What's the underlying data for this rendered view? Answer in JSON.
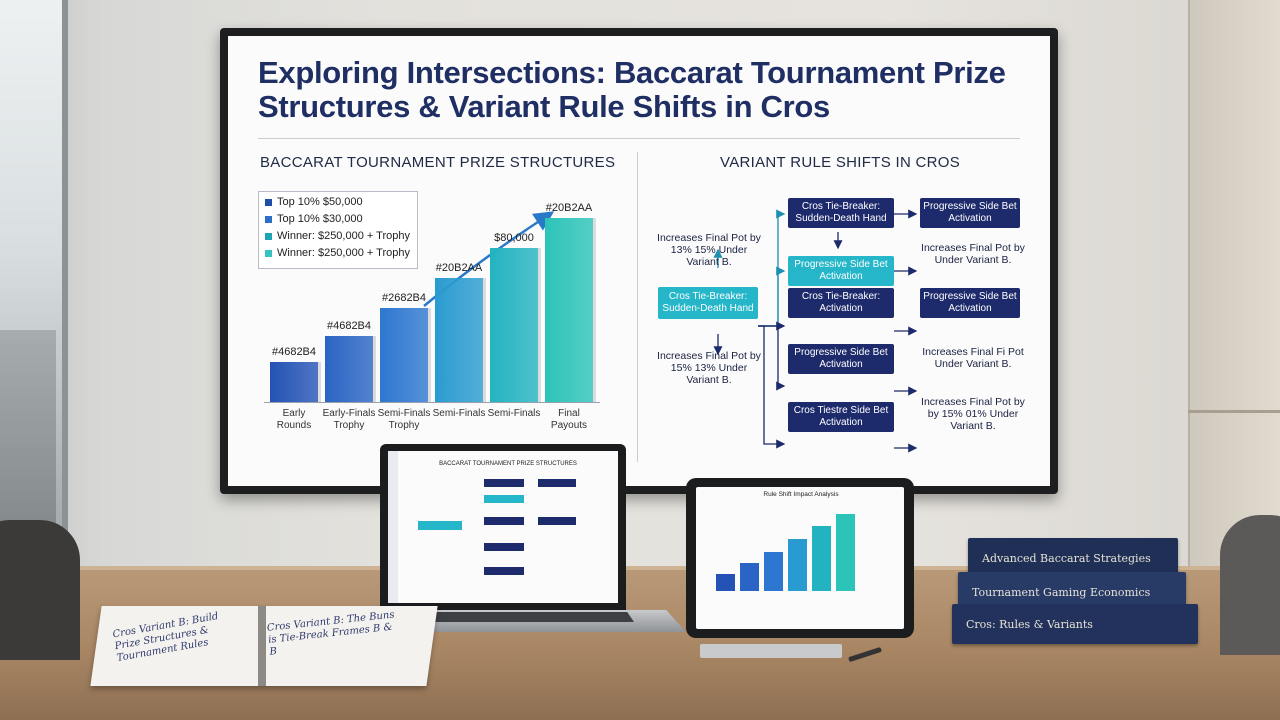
{
  "slide": {
    "title": "Exploring Intersections: Baccarat Tournament Prize Structures & Variant Rule Shifts in Cros",
    "left_heading": "BACCARAT TOURNAMENT PRIZE STRUCTURES",
    "right_heading": "VARIANT RULE SHIFTS IN CROS"
  },
  "chart_data": {
    "type": "bar",
    "title": "BACCARAT TOURNAMENT PRIZE STRUCTURES",
    "categories": [
      "Early Rounds",
      "Early-Finals Trophy",
      "Semi-Finals Trophy",
      "Semi-Finals",
      "Semi-Finals",
      "Final Payouts"
    ],
    "values": [
      20,
      33,
      47,
      62,
      77,
      92
    ],
    "ylim": [
      0,
      100
    ],
    "bar_labels": [
      "#4682B4",
      "#4682B4",
      "#2682B4",
      "#20B2AA",
      "$80,000",
      "#20B2AA"
    ],
    "legend": [
      {
        "label": "Top 10% $50,000",
        "color": "#1e4fa8"
      },
      {
        "label": "Top 10% $30,000",
        "color": "#2b6fc9"
      },
      {
        "label": "Winner: $250,000 + Trophy",
        "color": "#1fa4b3"
      },
      {
        "label": "Winner: $250,000 + Trophy",
        "color": "#37c3c2"
      }
    ],
    "colors": [
      "#2453b5",
      "#2a64c4",
      "#2d77d0",
      "#2a9bd0",
      "#23b3c0",
      "#2cc3b8"
    ]
  },
  "flow": {
    "entry": "Cros Tie-Breaker: Sudden-Death Hand",
    "col1": [
      "Cros Tie-Breaker: Sudden-Death Hand",
      "Progressive Side Bet Activation",
      "Cros Tie-Breaker: Activation",
      "Progressive Side Bet Activation",
      "Cros Tiestre Side Bet Activation"
    ],
    "col2": [
      "Progressive Side Bet Activation",
      "Increases Final Pot by Under Variant B.",
      "Progressive Side Bet Activation",
      "Increases Final Fi Pot Under Variant B.",
      "Increases Final Pot by by 15% 01% Under Variant B."
    ],
    "left_notes": [
      "Increases Final Pot by 13% 15% Under Variant B.",
      "Increases Final Pot by 15% 13% Under Variant B."
    ]
  },
  "laptop": {
    "heading": "BACCARAT TOURNAMENT PRIZE STRUCTURES"
  },
  "tablet": {
    "heading": "Rule Shift Impact Analysis"
  },
  "notebook": {
    "left_text": "Cros Variant B: Build Prize Structures & Tournament Rules",
    "right_text": "Cros Variant B: The Buns is Tie-Break Frames B & B"
  },
  "books": [
    {
      "title": "Advanced Baccarat Strategies",
      "color": "#1f2f55"
    },
    {
      "title": "Tournament Gaming Economics",
      "color": "#283a66"
    },
    {
      "title": "Cros: Rules & Variants",
      "color": "#22325c"
    }
  ]
}
